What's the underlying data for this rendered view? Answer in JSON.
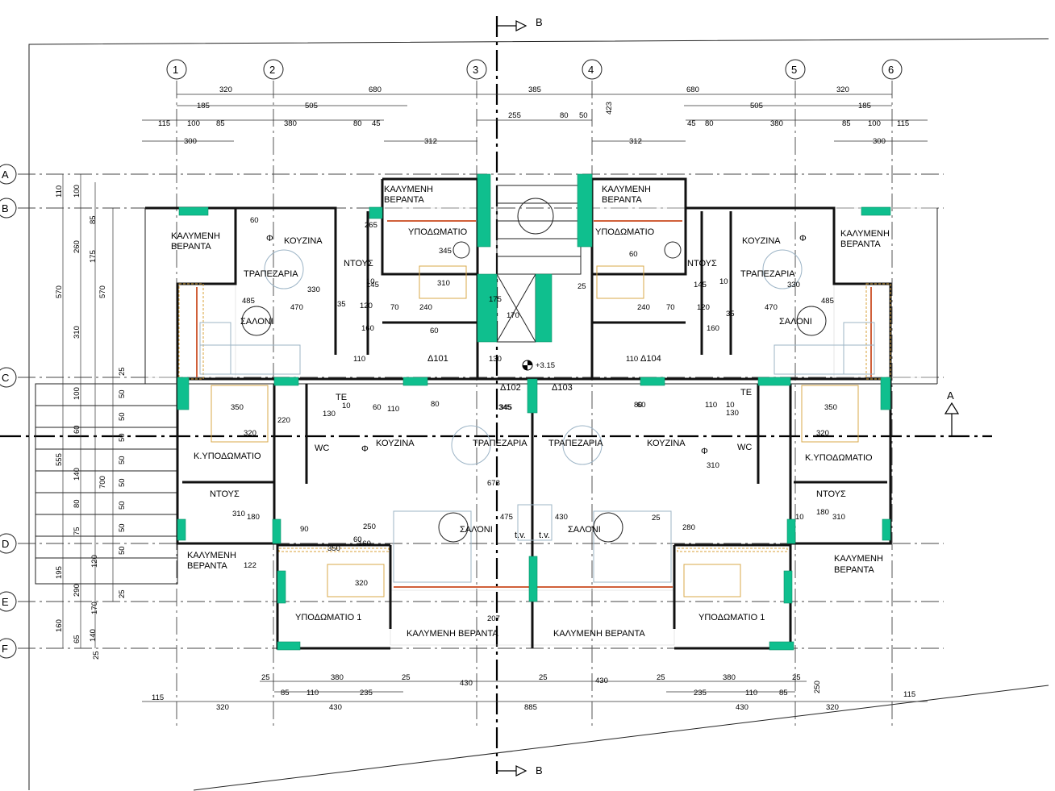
{
  "grid_columns": [
    "1",
    "2",
    "3",
    "4",
    "5",
    "6"
  ],
  "grid_rows": [
    "A",
    "B",
    "C",
    "D",
    "E",
    "F"
  ],
  "section_markers": {
    "vertical": "B",
    "horizontal": "A"
  },
  "elevation": "+3.15",
  "rooms": {
    "veranda": "ΚΑΛΥΜΕΝΗ ΒΕΡΑΝΤΑ",
    "veranda_l1": "ΚΑΛΥΜΕΝΗ",
    "veranda_l2": "ΒΕΡΑΝΤΑ",
    "kitchen": "ΚΟΥΖΙΝΑ",
    "dining": "ΤΡΑΠΕΖΑΡΙΑ",
    "living": "ΣΑΛΟΝΙ",
    "shower": "ΝΤΟΥΣ",
    "bedroom": "ΥΠΟΔΩΜΑΤΙΟ",
    "master_bedroom": "Κ.ΥΠΟΔΩΜΑΤΙΟ",
    "bedroom1": "ΥΠΟΔΩΜΑΤΙΟ 1",
    "wc": "WC",
    "te": "ΤΕ",
    "tv": "t.v.",
    "phi": "Φ"
  },
  "apartments": [
    "Δ101",
    "Δ102",
    "Δ103",
    "Δ104"
  ],
  "top_dims": {
    "row1": [
      "320",
      "680",
      "385",
      "680",
      "320"
    ],
    "row2": [
      "185",
      "505",
      "505",
      "185"
    ],
    "row3": [
      "115",
      "100",
      "85",
      "380",
      "80",
      "45",
      "255",
      "80",
      "50",
      "45",
      "80",
      "380",
      "85",
      "100",
      "115"
    ],
    "row4": [
      "300",
      "312",
      "312",
      "300"
    ],
    "vertical": "423"
  },
  "bottom_dims": {
    "row1": [
      "25",
      "380",
      "25",
      "430",
      "25",
      "430",
      "25",
      "380",
      "25"
    ],
    "row2": [
      "85",
      "110",
      "235",
      "235",
      "110",
      "85"
    ],
    "row3": [
      "115",
      "320",
      "430",
      "885",
      "430",
      "320",
      "115"
    ],
    "side": "250"
  },
  "left_dims": {
    "col1": [
      "110",
      "570",
      "555",
      "195",
      "160"
    ],
    "col2": [
      "100",
      "260",
      "310",
      "100",
      "60",
      "140",
      "80",
      "75",
      "290",
      "65",
      "25"
    ],
    "col3": [
      "85",
      "175",
      "570",
      "700",
      "120",
      "170",
      "140",
      "25"
    ],
    "col4": [
      "25",
      "50",
      "50",
      "50",
      "50",
      "50",
      "50",
      "50",
      "50",
      "25"
    ]
  },
  "inner_dims": [
    "60",
    "265",
    "345",
    "145",
    "330",
    "10",
    "35",
    "120",
    "470",
    "485",
    "160",
    "110",
    "70",
    "240",
    "60",
    "310",
    "25",
    "170",
    "175",
    "130",
    "110",
    "240",
    "70",
    "120",
    "145",
    "10",
    "35",
    "485",
    "470",
    "330",
    "160",
    "60",
    "345",
    "350",
    "220",
    "320",
    "130",
    "10",
    "60",
    "110",
    "80",
    "345",
    "678",
    "475",
    "430",
    "280",
    "250",
    "180",
    "310",
    "90",
    "350",
    "160",
    "320",
    "207",
    "60",
    "122",
    "60",
    "10",
    "130",
    "80",
    "110",
    "310",
    "350",
    "320",
    "10",
    "180",
    "310",
    "25"
  ]
}
